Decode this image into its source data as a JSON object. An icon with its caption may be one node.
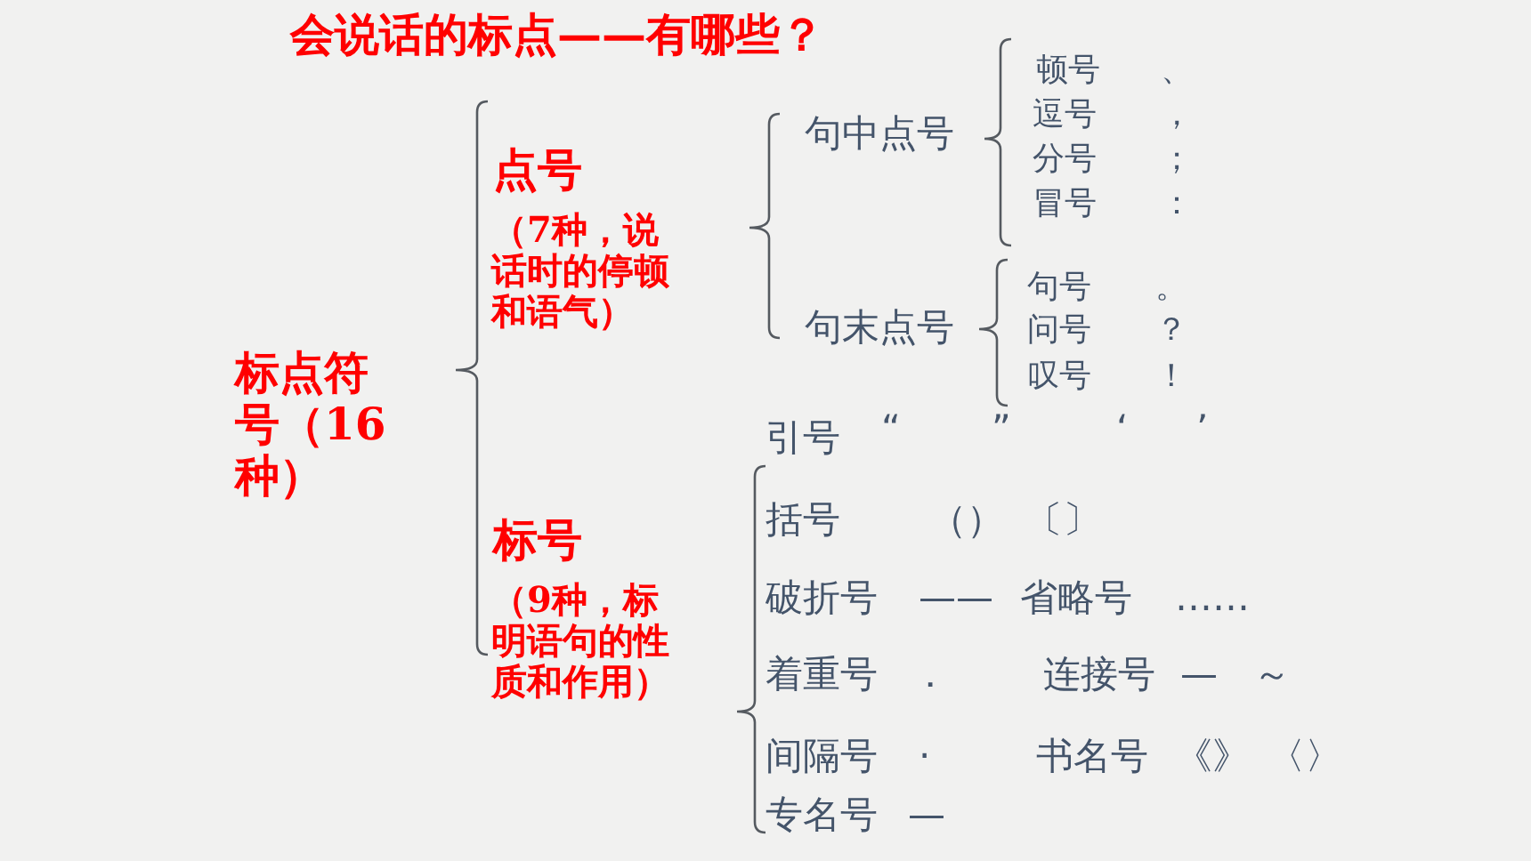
{
  "diagram": {
    "title": "会说话的标点——有哪些？",
    "labels": [
      "标点符号（16种）",
      "点号",
      "（7种，说话时的停顿和语气）",
      "句中点号",
      "顿号",
      "、",
      "逗号",
      "，",
      "分号",
      "；",
      "冒号",
      "：",
      "句末点号",
      "句号",
      "。",
      "问号",
      "？",
      "叹号",
      "！",
      "标号",
      "（9种，标明语句的性质和作用）",
      "引号",
      "“",
      "”",
      "‘",
      "’",
      "括号",
      "（）",
      "〔〕",
      "破折号",
      "——",
      "省略号",
      "……",
      "着重号",
      "．",
      "连接号",
      "—",
      "～",
      "间隔号",
      "·",
      "书名号",
      "《》",
      "〈〉",
      "专名号",
      "—"
    ]
  }
}
